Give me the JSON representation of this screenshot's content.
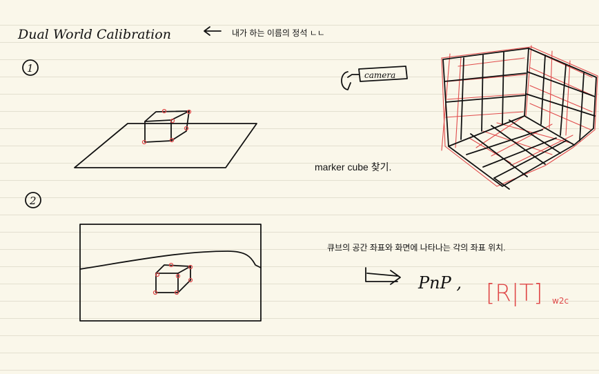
{
  "note": {
    "title": "Dual World Calibration",
    "title_note": "내가 하는 이름의 정석 ㄴㄴ",
    "step_1": "1",
    "step_2": "2",
    "camera_label": "camera",
    "marker_caption": "marker cube 찾기.",
    "cube_caption": "큐브의 공간 좌표와 화면에 나타나는 각의 좌표 위치.",
    "method_label": "PnP ,",
    "pose_label": "[R|T]",
    "pose_subscript": "w2c"
  },
  "colors": {
    "ink": "#111111",
    "red_ink": "#e04a4a",
    "paper": "#faf7ea",
    "ruled_line": "#e3dfcf"
  }
}
